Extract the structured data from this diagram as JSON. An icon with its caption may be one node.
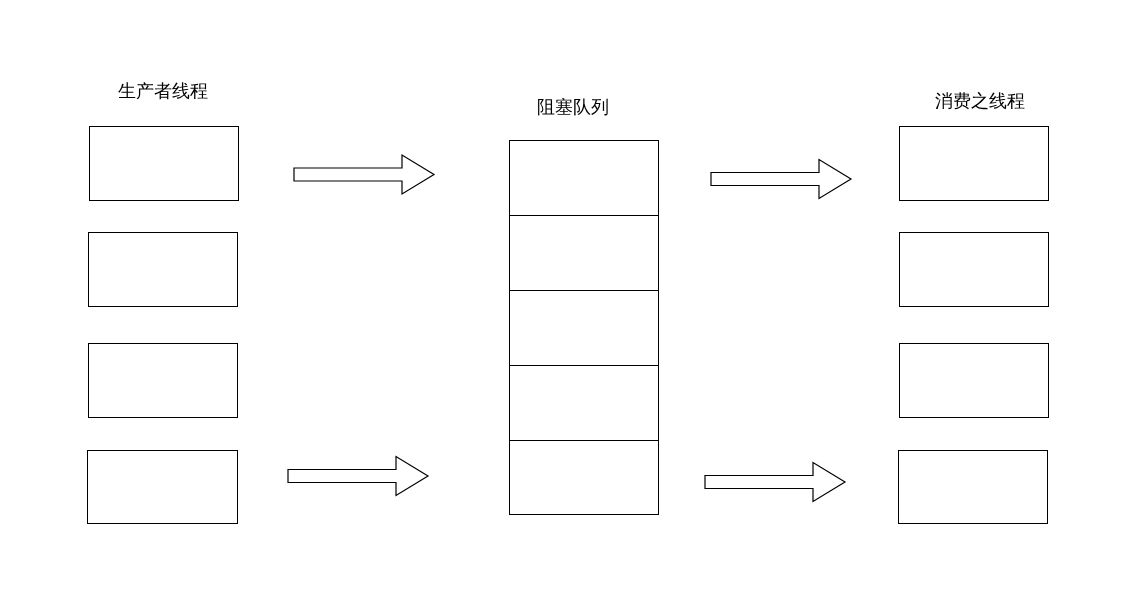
{
  "diagram": {
    "nodes": [
      {
        "text": [],
        "shape": "box"
      },
      {
        "text": [],
        "shape": "box"
      },
      {
        "text": [],
        "shape": "box"
      },
      {
        "text": [],
        "shape": "box"
      },
      {
        "text": [],
        "shape": "box"
      },
      {
        "text": [],
        "shape": "box"
      },
      {
        "text": [],
        "shape": "box"
      },
      {
        "text": [],
        "shape": "box"
      },
      {
        "text": [],
        "shape": "box"
      },
      {
        "text": [],
        "shape": "box"
      },
      {
        "text": [],
        "shape": "box"
      },
      {
        "text": [],
        "shape": "box"
      },
      {
        "text": [],
        "shape": "box"
      }
    ],
    "edges": [
      {
        "from": 0,
        "to": 4,
        "arrow": "to"
      },
      {
        "from": 3,
        "to": 8,
        "arrow": "to"
      },
      {
        "from": 4,
        "to": 9,
        "arrow": "to"
      },
      {
        "from": 8,
        "to": 12,
        "arrow": "to"
      }
    ],
    "labels": [
      "生产者线程",
      "阻塞队列",
      "消费之线程"
    ]
  }
}
